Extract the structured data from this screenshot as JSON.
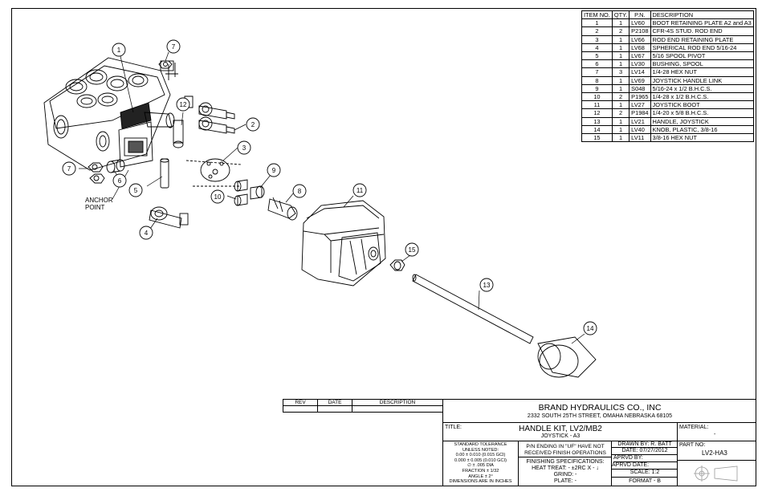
{
  "bom": {
    "headers": [
      "ITEM NO.",
      "QTY.",
      "P.N.",
      "DESCRIPTION"
    ],
    "rows": [
      [
        "1",
        "1",
        "LV60",
        "BOOT RETAINING PLATE A2 and A3"
      ],
      [
        "2",
        "2",
        "P2108",
        "CFR-4S STUD. ROD END"
      ],
      [
        "3",
        "1",
        "LV66",
        "ROD END RETAINING PLATE"
      ],
      [
        "4",
        "1",
        "LV68",
        "SPHERICAL ROD END 5/16-24"
      ],
      [
        "5",
        "1",
        "LV67",
        "5/16 SPOOL PIVOT"
      ],
      [
        "6",
        "1",
        "LV30",
        "BUSHING, SPOOL"
      ],
      [
        "7",
        "3",
        "LV14",
        "1/4-28 HEX NUT"
      ],
      [
        "8",
        "1",
        "LV69",
        "JOYSTICK HANDLE LINK"
      ],
      [
        "9",
        "1",
        "S048",
        "5/16-24 x 1/2 B.H.C.S."
      ],
      [
        "10",
        "2",
        "P1965",
        "1/4-28 x 1/2 B.H.C.S."
      ],
      [
        "11",
        "1",
        "LV27",
        "JOYSTICK BOOT"
      ],
      [
        "12",
        "2",
        "P1984",
        "1/4-20 x 5/8 B.H.C.S."
      ],
      [
        "13",
        "1",
        "LV21",
        "HANDLE, JOYSTICK"
      ],
      [
        "14",
        "1",
        "LV40",
        "KNOB, PLASTIC, 3/8-16"
      ],
      [
        "15",
        "1",
        "LV11",
        "3/8-16 HEX NUT"
      ]
    ]
  },
  "callouts": [
    "1",
    "2",
    "3",
    "4",
    "5",
    "6",
    "7",
    "7",
    "8",
    "9",
    "10",
    "12",
    "11",
    "15",
    "13",
    "14"
  ],
  "anchor_label": [
    "ANCHOR",
    "POINT"
  ],
  "revision": {
    "rev": "REV",
    "date": "DATE",
    "description": "DESCRIPTION"
  },
  "title_block": {
    "company": "BRAND HYDRAULICS CO., INC",
    "address": "2332 SOUTH 25TH STREET, OMAHA NEBRASKA 68105",
    "title_label": "TITLE:",
    "title_line1": "HANDLE KIT, LV2/MB2",
    "title_line2": "JOYSTICK - A3",
    "material_label": "MATERIAL:",
    "material_value": "-",
    "tolerance": [
      "STANDARD TOLERANCE",
      "UNLESS NOTED:",
      "0.00 ± 0.010 (0.015 GCI)",
      "0.000 ± 0.005 (0.010 GCI)",
      "∅ ± .005 DIA",
      "FRACTION ± 1/32",
      "ANGLE ± 2°",
      "DIMENSIONS ARE IN INCHES"
    ],
    "note": [
      "P/N ENDING IN \"UF\" HAVE NOT",
      "RECEIVED FINISH OPERATIONS"
    ],
    "finishing_label": "FINISHING SPECIFICATIONS:",
    "heat_treat": "HEAT TREAT: - ±2RC X - ↓",
    "grind": "GRIND: -",
    "plate": "PLATE: -",
    "drawn_by": "DRAWN BY: R. BATT",
    "date": "DATE: 07/27/2012",
    "aprvd_by": "APRVD BY:",
    "aprvd_date": "APRVD DATE:",
    "scale": "SCALE: 1:2",
    "format": "FORMAT - B",
    "part_no_label": "PART NO:",
    "part_no": "LV2-HA3"
  }
}
